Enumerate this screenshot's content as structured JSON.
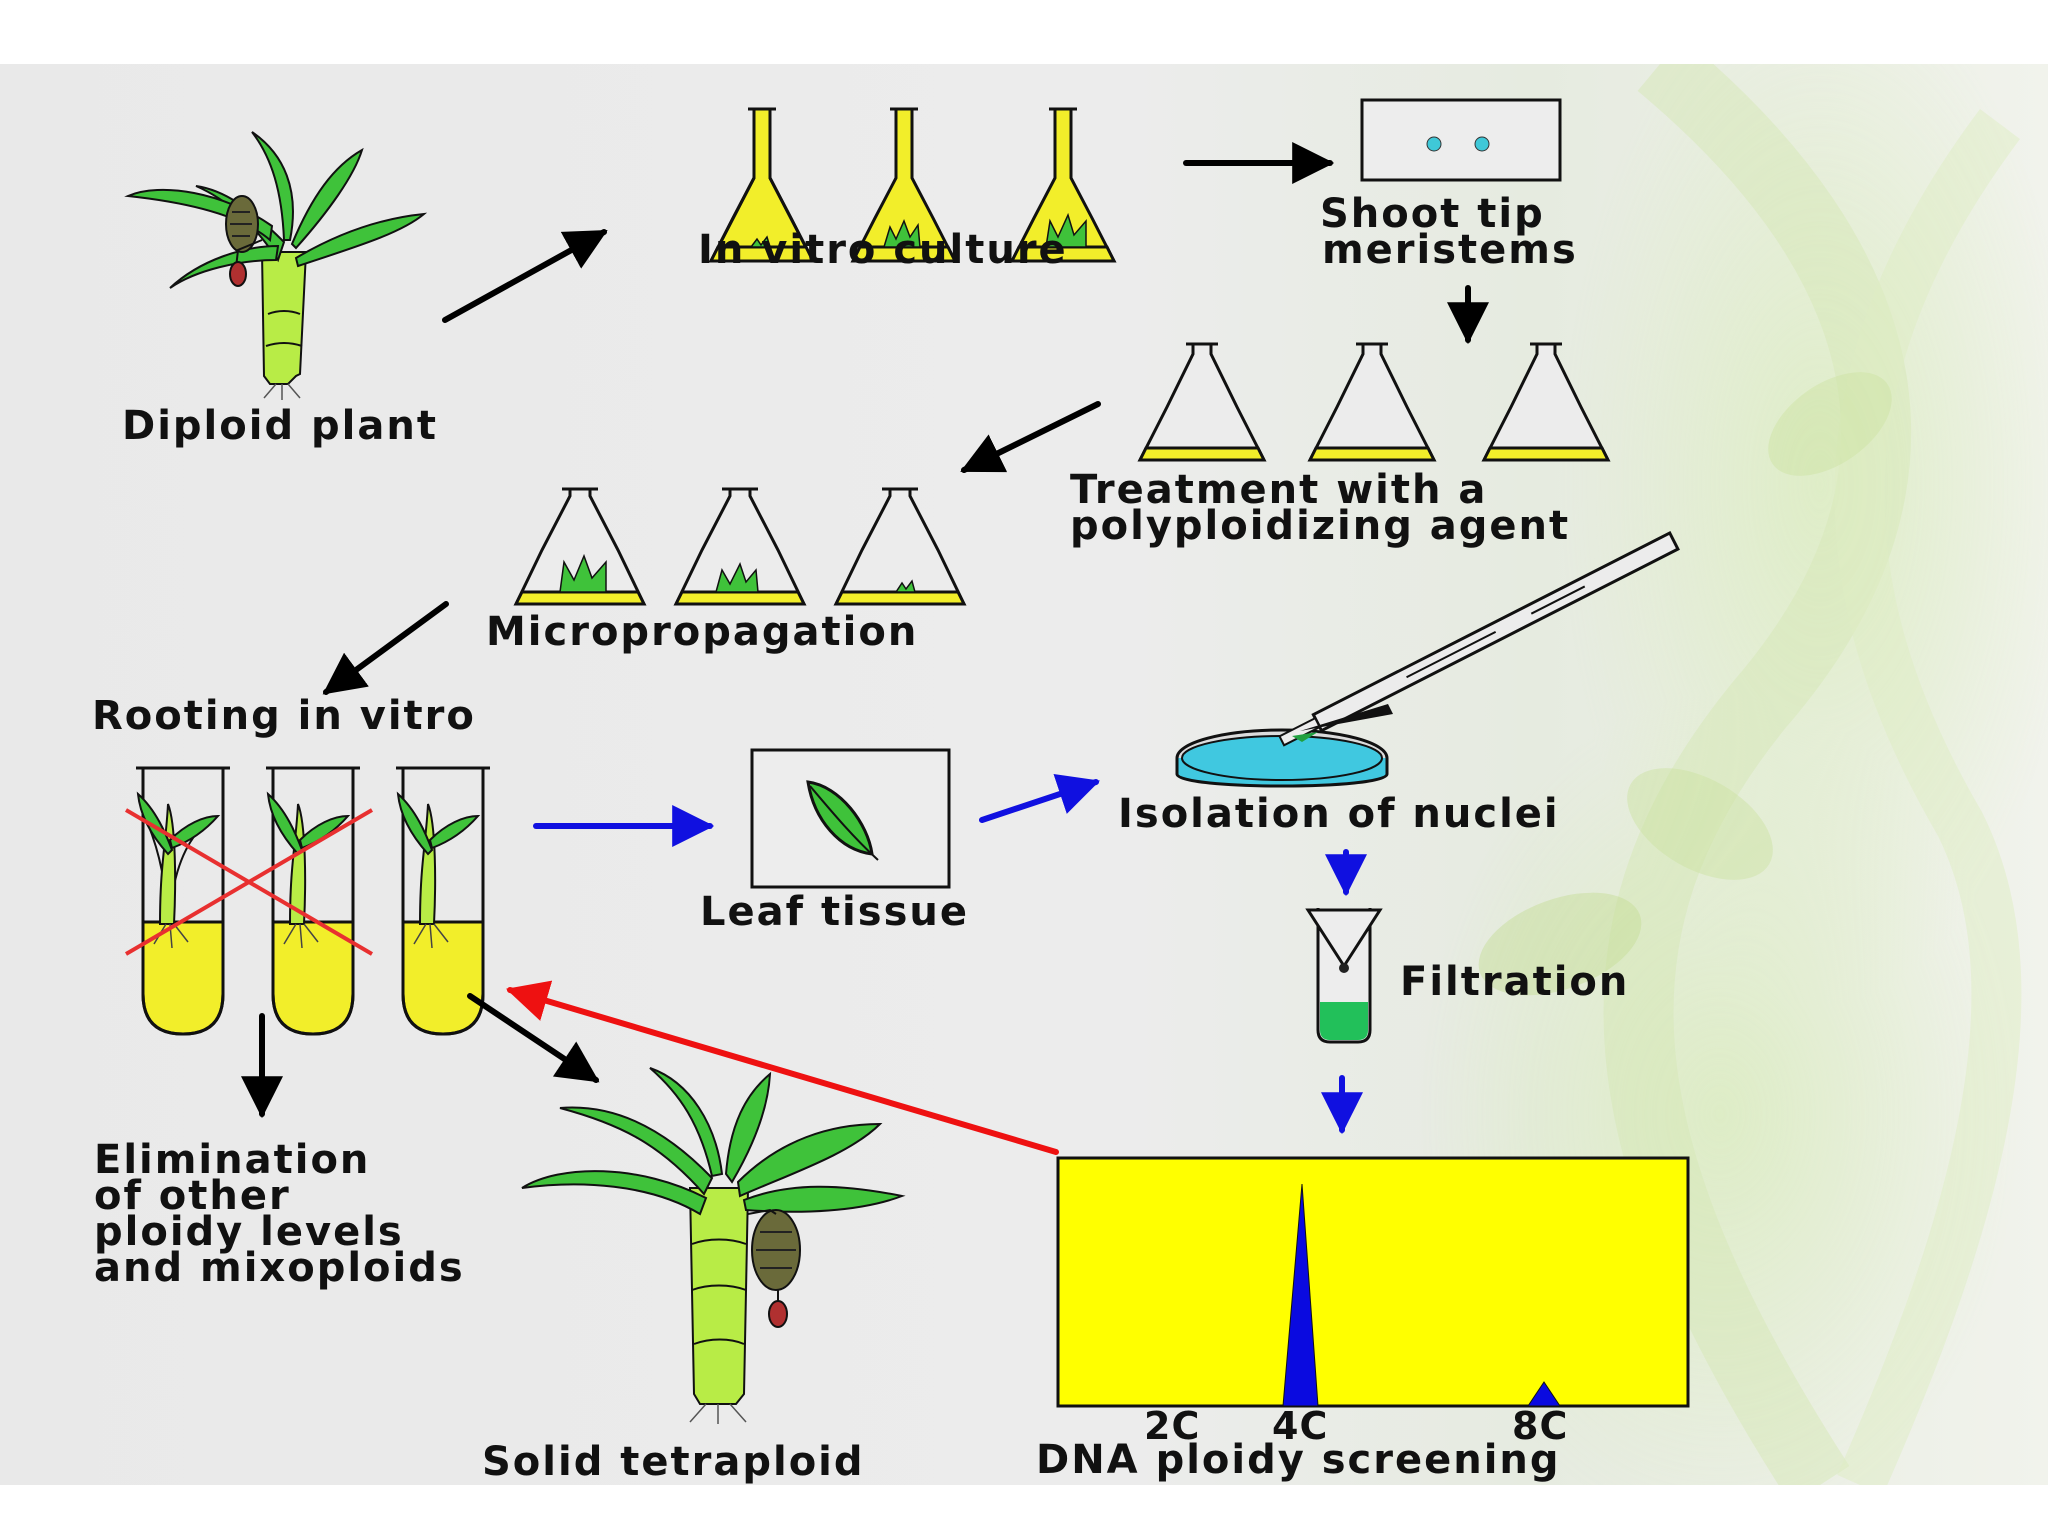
{
  "labels": {
    "diploid_plant": "Diploid plant",
    "in_vitro_culture": "In vitro culture",
    "shoot_tip_1": "Shoot tip",
    "shoot_tip_2": "meristems",
    "treatment_1": "Treatment with a",
    "treatment_2": "polyploidizing agent",
    "micropropagation": "Micropropagation",
    "rooting": "Rooting in vitro",
    "leaf_tissue": "Leaf tissue",
    "isolation": "Isolation of nuclei",
    "filtration": "Filtration",
    "elimination_1": "Elimination",
    "elimination_2": "of other",
    "elimination_3": "ploidy levels",
    "elimination_4": "and mixoploids",
    "solid_tetraploid": "Solid tetraploid",
    "dna_screening": "DNA ploidy screening"
  },
  "histogram": {
    "ticks": [
      "2C",
      "4C",
      "8C"
    ]
  },
  "colors": {
    "medium": "#f2ee2a",
    "plant_green": "#3fc23a",
    "stem_green": "#b8ec46",
    "flow_black": "#000000",
    "flow_blue": "#1010e0",
    "feedback_red": "#ee1111",
    "reject_cross": "#e83030",
    "histogram_bg": "#ffff00",
    "peak_blue": "#0a0ae0",
    "petri_liquid": "#40c8e0"
  }
}
